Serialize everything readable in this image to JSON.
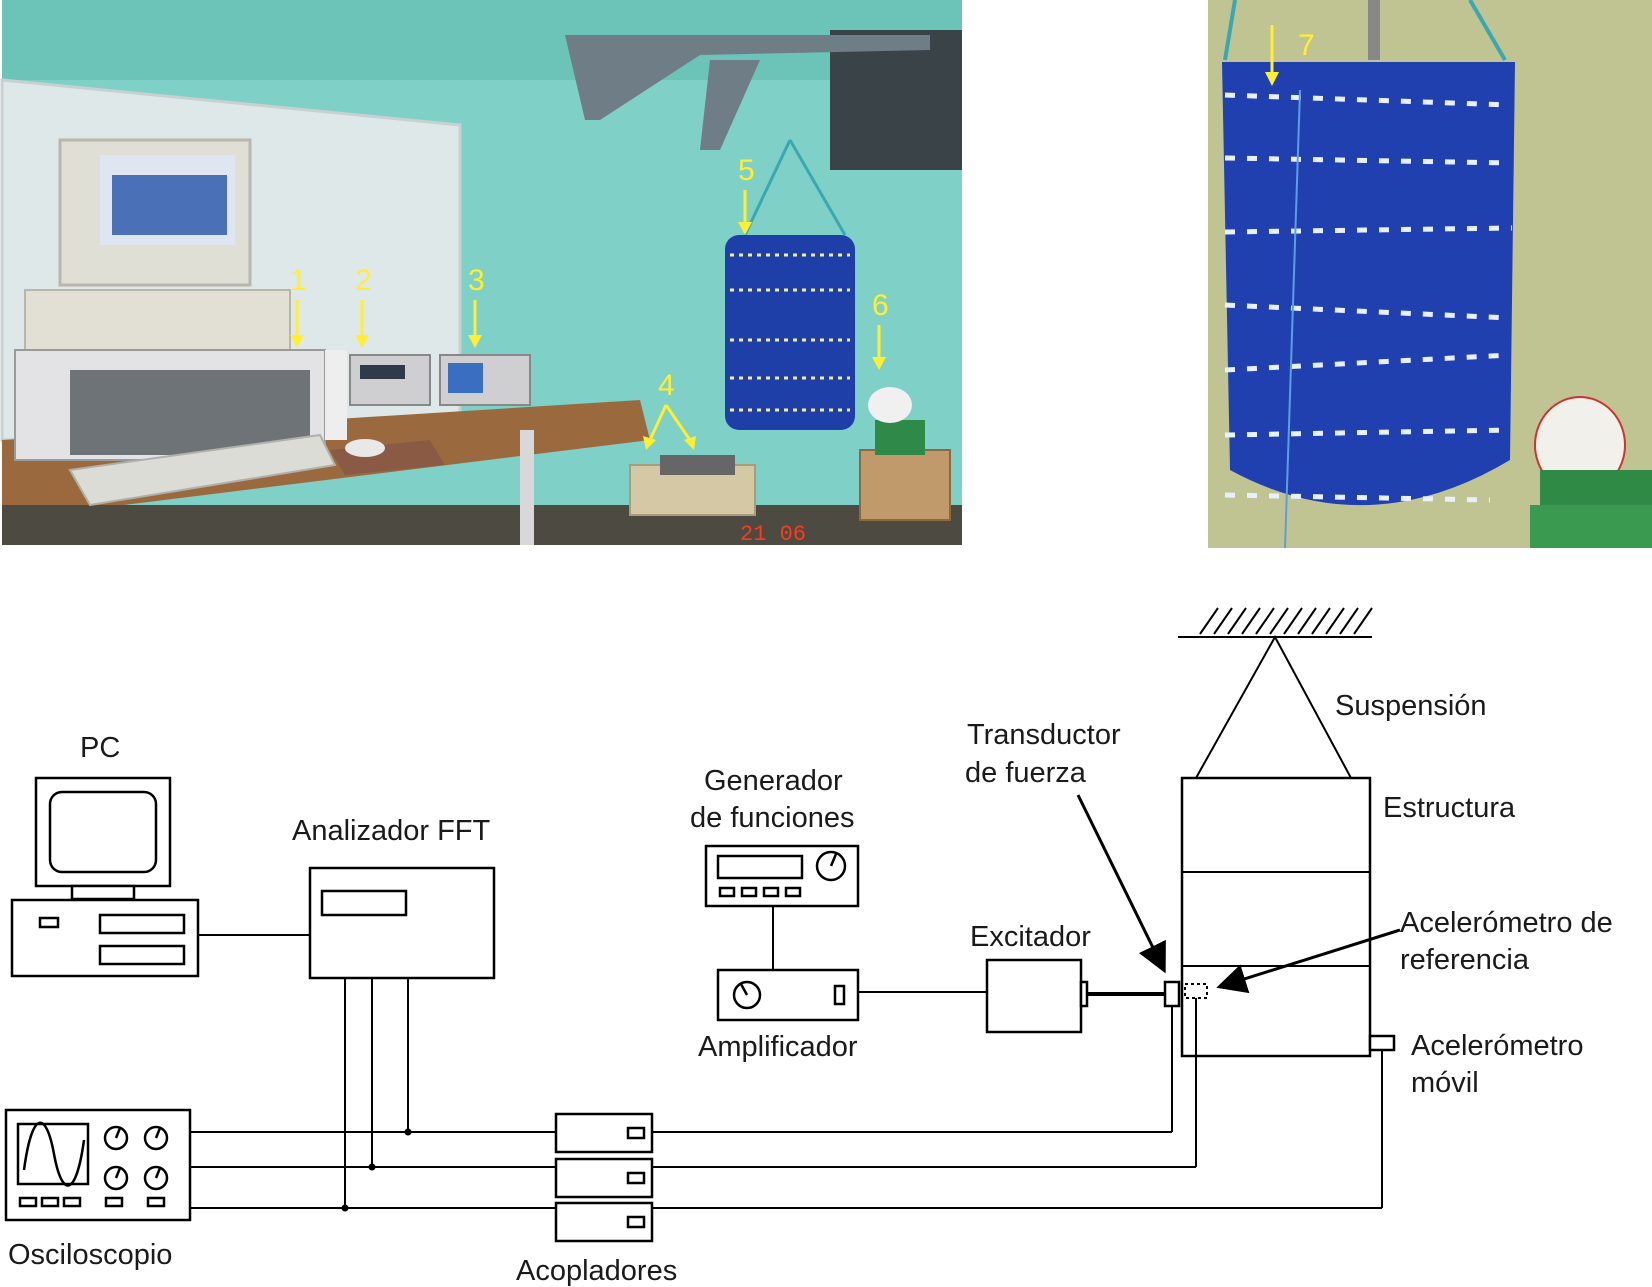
{
  "photo_left": {
    "markers": [
      "1",
      "2",
      "3",
      "4",
      "5",
      "6"
    ],
    "stamp": "21 06"
  },
  "photo_right": {
    "markers": [
      "7"
    ]
  },
  "diagram": {
    "pc": "PC",
    "fft": "Analizador FFT",
    "gen_line1": "Generador",
    "gen_line2": "de funciones",
    "amplifier": "Amplificador",
    "exciter": "Excitador",
    "transducer_line1": "Transductor",
    "transducer_line2": "de fuerza",
    "suspension": "Suspensión",
    "structure": "Estructura",
    "ref_accel_line1": "Acelerómetro de",
    "ref_accel_line2": "referencia",
    "mob_accel_line1": "Acelerómetro",
    "mob_accel_line2": "móvil",
    "oscilloscope": "Osciloscopio",
    "couplers": "Acopladores"
  },
  "colors": {
    "wall": "#7fd0c6",
    "drum": "#1f3fa8",
    "table": "#9a6a3e",
    "marker": "#ffee33"
  }
}
